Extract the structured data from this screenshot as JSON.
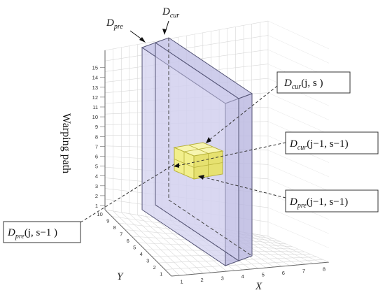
{
  "y_axis_label": "Warping path",
  "axes": {
    "vertical_ticks": [
      "1",
      "2",
      "3",
      "4",
      "5",
      "6",
      "7",
      "8",
      "9",
      "10",
      "11",
      "12",
      "13",
      "14",
      "15"
    ],
    "y_ticks": [
      "1",
      "2",
      "3",
      "4",
      "5",
      "6",
      "7",
      "8",
      "9",
      "10"
    ],
    "x_ticks": [
      "1",
      "2",
      "3",
      "4",
      "5",
      "6",
      "7",
      "8"
    ],
    "x_name": "X",
    "y_name": "Y"
  },
  "planes": {
    "pre": {
      "main": "D",
      "sub": "pre"
    },
    "cur": {
      "main": "D",
      "sub": "cur"
    }
  },
  "callouts": [
    {
      "main": "D",
      "sub": "cur",
      "args": "(j, s )"
    },
    {
      "main": "D",
      "sub": "cur",
      "args": "(j−1, s−1)"
    },
    {
      "main": "D",
      "sub": "pre",
      "args": "(j−1, s−1)"
    },
    {
      "main": "D",
      "sub": "pre",
      "args": "(j, s−1 )"
    }
  ],
  "colors": {
    "plane_fill": "#c9c7ea",
    "plane_stroke": "#555577",
    "cube_fill": "#f2ef8c",
    "cube_stroke": "#b8b23a",
    "grid": "#d8d8d8"
  }
}
